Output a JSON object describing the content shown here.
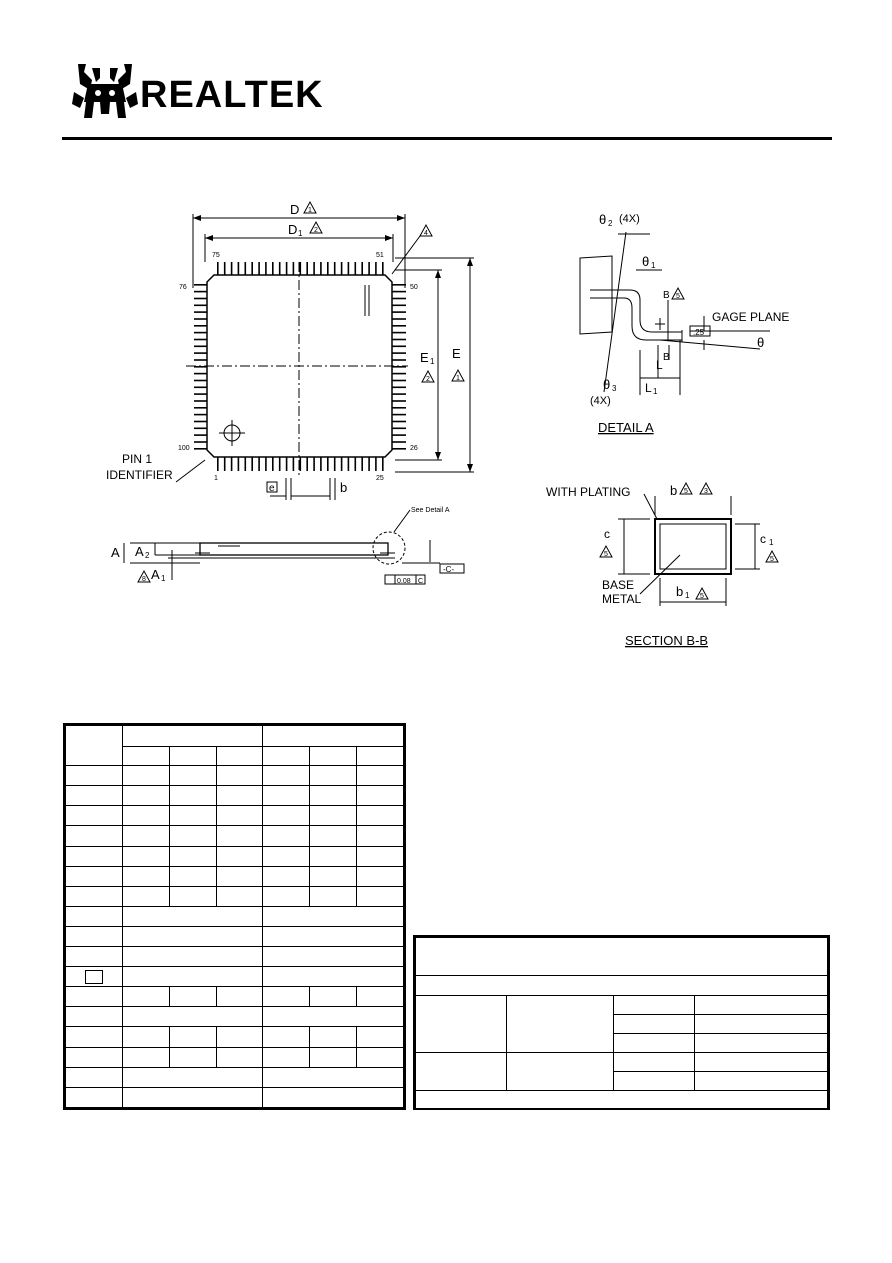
{
  "header": {
    "brand": "REALTEK"
  },
  "top_view": {
    "dim_D": "D",
    "dim_D1": "D",
    "dim_D1_sub": "1",
    "dim_E": "E",
    "dim_E1": "E",
    "dim_E1_sub": "1",
    "note_1": "1",
    "note_2": "2",
    "note_4": "4",
    "pin_75": "75",
    "pin_51": "51",
    "pin_76": "76",
    "pin_50": "50",
    "pin_100": "100",
    "pin_26": "26",
    "pin_1": "1",
    "pin_25": "25",
    "pin1_label_line1": "PIN  1",
    "pin1_label_line2": "IDENTIFIER",
    "dim_e": "e",
    "dim_b": "b"
  },
  "side_view": {
    "dim_A": "A",
    "dim_A2": "A",
    "dim_A2_sub": "2",
    "dim_A1": "A",
    "dim_A1_sub": "1",
    "note_8": "8",
    "see_detail": "See Detail A",
    "datum_c": "-C-",
    "coplanarity": "0.08",
    "coplanarity_ref": "C"
  },
  "detail_a": {
    "theta2": "θ",
    "theta2_sub": "2",
    "theta2_count": "(4X)",
    "theta1": "θ",
    "theta1_sub": "1",
    "theta3": "θ",
    "theta3_sub": "3",
    "theta3_count": "(4X)",
    "theta": "θ",
    "section_mark": "B",
    "note_5": "5",
    "gage_plane": "GAGE PLANE",
    "gage_value": ".25",
    "dim_L": "L",
    "dim_L1": "L",
    "dim_L1_sub": "1",
    "title": "DETAIL  A"
  },
  "section_bb": {
    "with_plating": "WITH PLATING",
    "dim_b": "b",
    "note_5": "5",
    "note_3": "3",
    "dim_c": "c",
    "dim_c1": "c",
    "dim_c1_sub": "1",
    "base_metal_line1": "BASE",
    "base_metal_line2": "METAL",
    "dim_b1": "b",
    "dim_b1_sub": "1",
    "title": "SECTION  B-B"
  }
}
